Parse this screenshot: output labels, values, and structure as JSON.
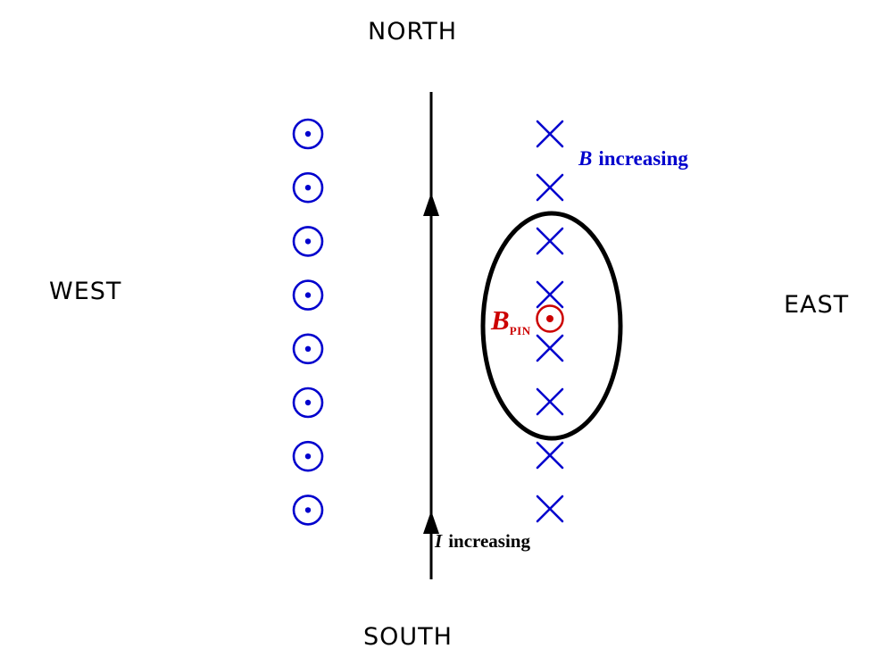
{
  "compass": {
    "north": "NORTH",
    "south": "SOUTH",
    "west": "WEST",
    "east": "EAST"
  },
  "annotations": {
    "b_increasing_symbol": "B",
    "b_increasing_text": "increasing",
    "i_increasing_symbol": "I",
    "i_increasing_text": "increasing",
    "b_pin_symbol": "B",
    "b_pin_subscript": "PIN"
  },
  "colors": {
    "field_blue": "#0000cd",
    "pin_red": "#cc0000",
    "ink_black": "#000000"
  },
  "field_symbols": {
    "out_of_page_count": 8,
    "into_page_count": 8
  }
}
